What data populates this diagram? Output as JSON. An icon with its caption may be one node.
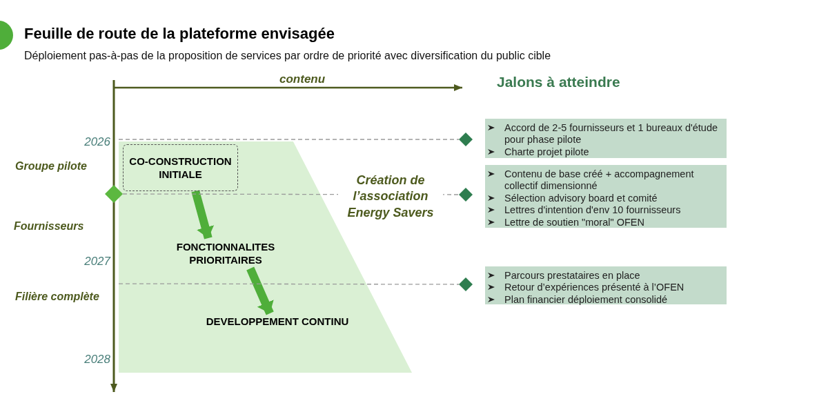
{
  "diagram": {
    "title": "Feuille de route de la plateforme envisagée",
    "nodes": [
      {
        "text": [],
        "shape": "band"
      },
      {
        "text": [
          "CO-CONSTRUCTION INITIALE"
        ],
        "in": 0
      },
      {
        "text": [
          "FONCTIONNALITES PRIORITAIRES"
        ],
        "in": 0
      },
      {
        "text": [
          "DEVELOPPEMENT CONTINU"
        ],
        "in": 0
      },
      {
        "text": [
          "Accord de 2-5 fournisseurs et 1 bureaux d'étude pour phase pilote",
          "Charte projet pilote"
        ]
      },
      {
        "text": [
          "Contenu de base créé + accompagnement collectif dimensionné",
          "Sélection advisory board et comité",
          "Lettres d'intention d'env 10 fournisseurs",
          "Lettre de soutien \"moral\" OFEN"
        ]
      },
      {
        "text": [
          "Parcours prestataires en place",
          "Retour d’expériences présenté à l’OFEN",
          "Plan financier déploiement consolidé"
        ]
      },
      {
        "text": [],
        "shape": "diamond"
      },
      {
        "text": [],
        "shape": "diamond"
      },
      {
        "text": [],
        "shape": "diamond"
      },
      {
        "text": [],
        "shape": "diamond"
      }
    ],
    "edges": [
      {
        "from": 1,
        "to": 2,
        "arrow": "to",
        "style": "thick",
        "color": "#4fae3a"
      },
      {
        "from": 2,
        "to": 3,
        "arrow": "to",
        "style": "thick",
        "color": "#4fae3a"
      },
      {
        "from": 0,
        "to": 8,
        "arrow": "none",
        "style": "dashed"
      },
      {
        "from": 7,
        "to": 9,
        "arrow": "none",
        "style": "dashed"
      },
      {
        "from": 0,
        "to": 10,
        "arrow": "none",
        "style": "dashed"
      }
    ],
    "labels": [
      "Déploiement pas-à-pas de la proposition de services par ordre de priorité avec diversification du public cible",
      "contenu",
      "Jalons à atteindre",
      "2026",
      "Groupe pilote",
      "Création de l’association Energy Savers",
      "Fournisseurs",
      "2027",
      "Filière complète",
      "2028"
    ]
  }
}
